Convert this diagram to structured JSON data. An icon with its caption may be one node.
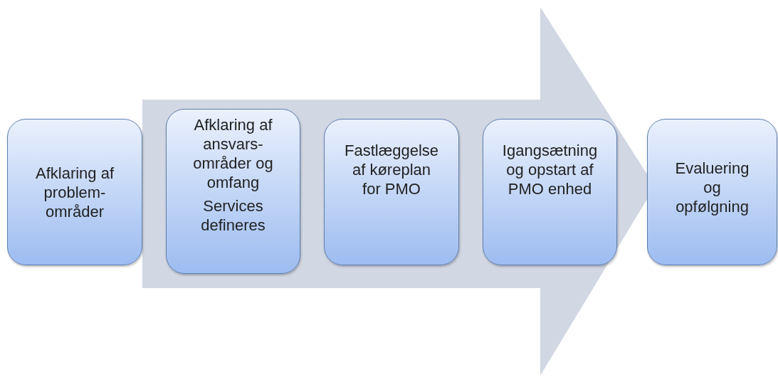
{
  "diagram": {
    "nodes": [
      {
        "text": [
          "Afklaring af problem-områder"
        ]
      },
      {
        "text": [
          "Afklaring af ansvars-områder og omfang",
          "Services defineres"
        ]
      },
      {
        "text": [
          "Fastlæggelse af køreplan for PMO"
        ]
      },
      {
        "text": [
          "Igangsætning og opstart af PMO enhed"
        ]
      },
      {
        "text": [
          "Evaluering og opfølgning"
        ]
      }
    ],
    "edges": [
      {
        "from": 0,
        "to": 4,
        "arrow": "to"
      }
    ]
  }
}
